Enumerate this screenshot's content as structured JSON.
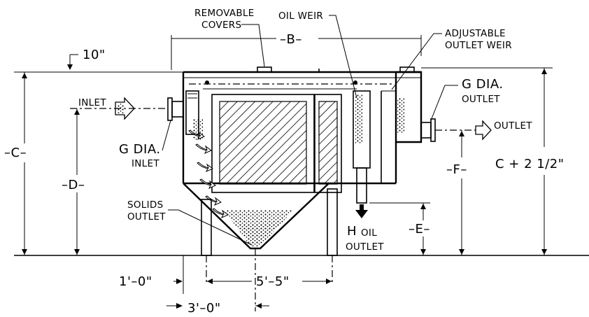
{
  "labels": {
    "removable_covers_1": "REMOVABLE",
    "removable_covers_2": "COVERS",
    "oil_weir": "OIL WEIR",
    "adjustable_1": "ADJUSTABLE",
    "adjustable_2": "OUTLET WEIR",
    "dim_b": "–B–",
    "dim_10": "10\"",
    "inlet": "INLET",
    "g_dia_inlet_1": "G DIA.",
    "g_dia_inlet_2": "INLET",
    "g_dia_outlet_1": "G DIA.",
    "g_dia_outlet_2": "OUTLET",
    "outlet": "OUTLET",
    "dim_c": "–C–",
    "dim_d": "–D–",
    "dim_f": "–F–",
    "dim_c_plus": "C + 2 1/2\"",
    "dim_e": "–E–",
    "solids_1": "SOLIDS",
    "solids_2": "OUTLET",
    "h_label": "H",
    "oil_outlet_1": "OIL",
    "oil_outlet_2": "OUTLET",
    "dim_1_0": "1'–0\"",
    "dim_5_5": "5'–5\"",
    "dim_3_0": "3'–0\""
  },
  "colors": {
    "ink": "#000000",
    "background": "#ffffff"
  },
  "icons": {
    "inlet_arrow": "hollow-right-arrow",
    "outlet_arrow": "hollow-right-arrow",
    "oil_outlet_arrow": "down-arrow",
    "flow_arrows": "curved-flow-arrows"
  }
}
